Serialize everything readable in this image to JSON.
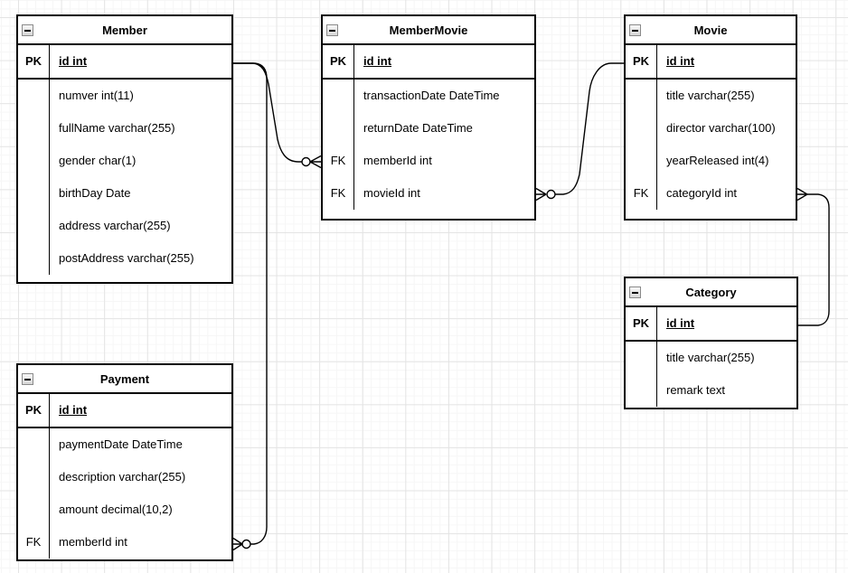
{
  "colors": {
    "canvas": "#ffffff",
    "grid_major": "#e4e4e4",
    "grid_minor": "#f6f6f6",
    "line": "#000000",
    "entity_bg": "#ffffff",
    "collapse_icon_bg": "#e8e8e8"
  },
  "tables": [
    {
      "title": "Member",
      "pk": {
        "key": "PK",
        "field": "id int"
      },
      "rows": [
        {
          "key": "",
          "text": "numver int(11)"
        },
        {
          "key": "",
          "text": "fullName varchar(255)"
        },
        {
          "key": "",
          "text": "gender char(1)"
        },
        {
          "key": "",
          "text": "birthDay Date"
        },
        {
          "key": "",
          "text": "address varchar(255)"
        },
        {
          "key": "",
          "text": "postAddress varchar(255)"
        }
      ]
    },
    {
      "title": "MemberMovie",
      "pk": {
        "key": "PK",
        "field": "id int"
      },
      "rows": [
        {
          "key": "",
          "text": "transactionDate DateTime"
        },
        {
          "key": "",
          "text": "returnDate DateTime"
        },
        {
          "key": "FK",
          "text": "memberId int"
        },
        {
          "key": "FK",
          "text": "movieId int"
        }
      ]
    },
    {
      "title": "Movie",
      "pk": {
        "key": "PK",
        "field": "id int"
      },
      "rows": [
        {
          "key": "",
          "text": "title varchar(255)"
        },
        {
          "key": "",
          "text": "director varchar(100)"
        },
        {
          "key": "",
          "text": "yearReleased int(4)"
        },
        {
          "key": "FK",
          "text": "categoryId int"
        }
      ]
    },
    {
      "title": "Payment",
      "pk": {
        "key": "PK",
        "field": "id int"
      },
      "rows": [
        {
          "key": "",
          "text": "paymentDate DateTime"
        },
        {
          "key": "",
          "text": "description varchar(255)"
        },
        {
          "key": "",
          "text": "amount decimal(10,2)"
        },
        {
          "key": "FK",
          "text": "memberId int"
        }
      ]
    },
    {
      "title": "Category",
      "pk": {
        "key": "PK",
        "field": "id int"
      },
      "rows": [
        {
          "key": "",
          "text": "title varchar(255)"
        },
        {
          "key": "",
          "text": "remark text"
        }
      ]
    }
  ],
  "edges": [
    {
      "name": "member-to-membermovie",
      "from": "Member.id",
      "to": "MemberMovie.memberId",
      "from_end": "one",
      "to_end": "zero-or-many"
    },
    {
      "name": "member-to-payment",
      "from": "Member.id",
      "to": "Payment.memberId",
      "from_end": "one",
      "to_end": "zero-or-many"
    },
    {
      "name": "movie-to-membermovie",
      "from": "Movie.id",
      "to": "MemberMovie.movieId",
      "from_end": "one",
      "to_end": "zero-or-many"
    },
    {
      "name": "movie-to-category",
      "from": "Category.id",
      "to": "Movie.categoryId",
      "from_end": "one",
      "to_end": "many"
    }
  ]
}
